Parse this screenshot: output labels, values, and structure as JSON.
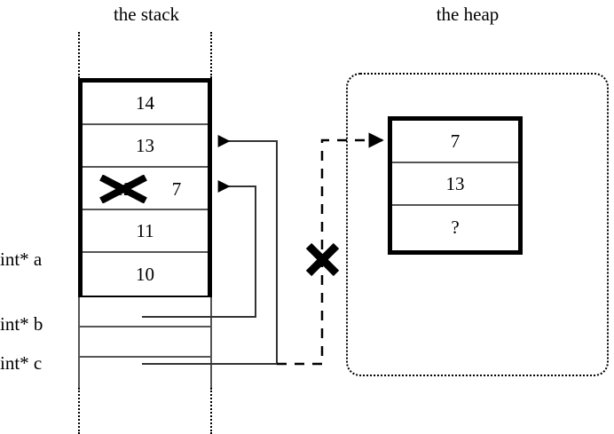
{
  "diagram": {
    "stack_heading": "the stack",
    "heap_heading": "the heap"
  },
  "stack": {
    "cells": [
      {
        "value": "14"
      },
      {
        "value": "13"
      },
      {
        "value": "12",
        "struck": true,
        "replacement": "7"
      },
      {
        "value": "11"
      },
      {
        "value": "10"
      }
    ],
    "pointers": [
      {
        "label": "int* a"
      },
      {
        "label": "int* b"
      },
      {
        "label": "int* c"
      }
    ]
  },
  "heap": {
    "cells": [
      {
        "value": "7"
      },
      {
        "value": "13"
      },
      {
        "value": "?"
      }
    ]
  },
  "annotations": {
    "broken_link_marker": "x-cross",
    "struck_value_marker": "x-cross"
  },
  "colors": {
    "stroke": "#000000",
    "thin_stroke": "#555555",
    "background": "#ffffff"
  }
}
